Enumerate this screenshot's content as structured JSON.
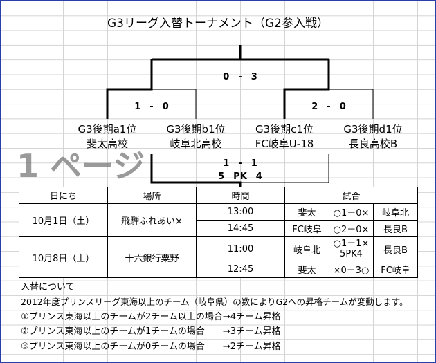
{
  "title": "G3リーグ入替トーナメント（G2参入戦）",
  "bracket": {
    "final_score": "0　-　3",
    "left_score": "1　-　0",
    "right_score": "2　-　0",
    "third_score": "1　-　1",
    "third_pk": "5　PK　4",
    "teams": [
      {
        "slot": "G3後期a1位",
        "name": "斐太高校"
      },
      {
        "slot": "G3後期b1位",
        "name": "岐阜北高校"
      },
      {
        "slot": "G3後期c1位",
        "name": "FC岐阜U-18"
      },
      {
        "slot": "G3後期d1位",
        "name": "長良高校B"
      }
    ]
  },
  "watermark": "1 ページ",
  "schedule": {
    "headers": [
      "日にち",
      "場所",
      "時間",
      "試合"
    ],
    "days": [
      {
        "date": "10月1日（土）",
        "venue": "飛騨ふれあい×",
        "matches": [
          {
            "time": "13:00",
            "home": "斐太",
            "result": "○1－0×",
            "away": "岐阜北"
          },
          {
            "time": "14:45",
            "home": "FC岐阜",
            "result": "○2－0×",
            "away": "長良B"
          }
        ]
      },
      {
        "date": "10月8日（土）",
        "venue": "十六銀行粟野",
        "matches": [
          {
            "time": "11:00",
            "home": "岐阜北",
            "result": "○1－1×",
            "result2": "5PK4",
            "away": "長良B"
          },
          {
            "time": "12:45",
            "home": "斐太",
            "result": "×0－3○",
            "away": "FC岐阜"
          }
        ]
      }
    ]
  },
  "notes": [
    "入替について",
    "2012年度プリンスリーグ東海以上のチーム（岐阜県）の数によりG2への昇格チームが変動します。",
    "①プリンス東海以上のチームが2チーム以上の場合→4チーム昇格",
    "②プリンス東海以上のチームが1チームの場合　　→3チーム昇格",
    "③プリンス東海以上のチームが0チームの場合　　→2チーム昇格"
  ],
  "colors": {
    "page_border": "#2b3fa8",
    "grid": "#d4d4d4",
    "watermark": "#787878"
  }
}
